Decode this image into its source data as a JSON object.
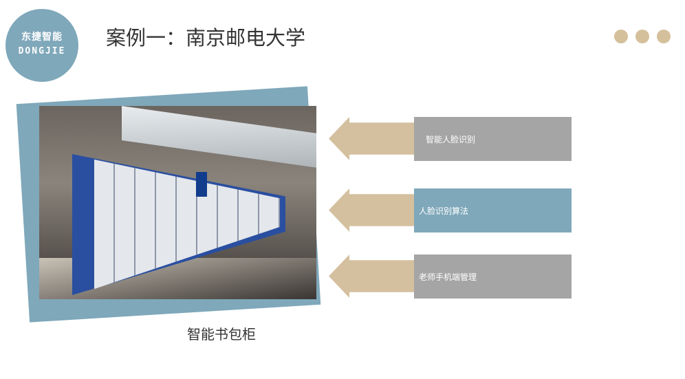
{
  "logo": {
    "cn": "东捷智能",
    "en": "DONGJIE"
  },
  "title": "案例一：南京邮电大学",
  "photo_caption": "智能书包柜",
  "features": [
    {
      "label": "智能人脸识别",
      "color": "#a5a5a5"
    },
    {
      "label": "人脸识别算法",
      "color": "#7fa8ba"
    },
    {
      "label": "老师手机端管理",
      "color": "#a5a5a5"
    }
  ],
  "colors": {
    "accent": "#7fa8ba",
    "tan": "#d4c09a",
    "gray": "#a5a5a5"
  }
}
